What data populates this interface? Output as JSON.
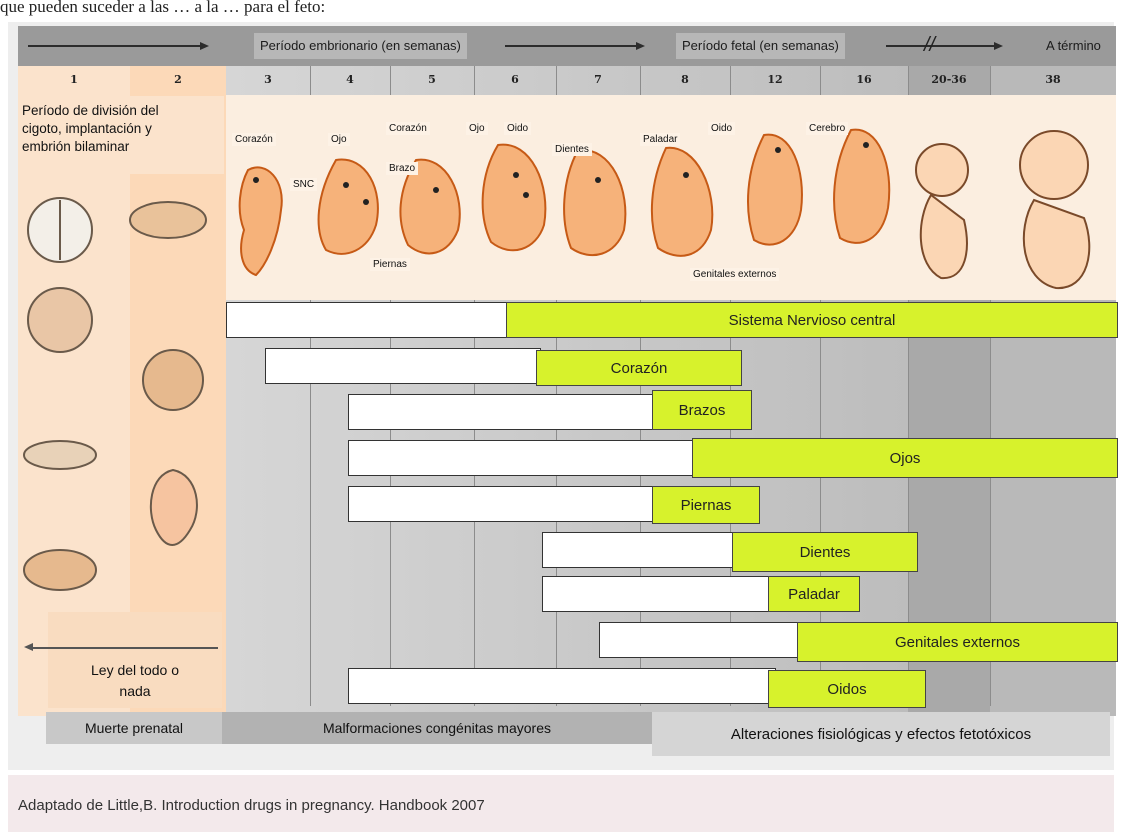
{
  "top_line_text": "que pueden suceder a las … a la … para el feto:",
  "header": {
    "embryonic_period": "Período embrionario (en semanas)",
    "fetal_period": "Período fetal (en semanas)",
    "term": "A término"
  },
  "weeks": [
    "1",
    "2",
    "3",
    "4",
    "5",
    "6",
    "7",
    "8",
    "12",
    "16",
    "20-36",
    "38"
  ],
  "period_box": {
    "line1": "Período de  división del",
    "line2": "cigoto,  implantación y",
    "line3": "embrión bilaminar"
  },
  "organ_labels": {
    "corazon_a": "Corazón",
    "snc": "SNC",
    "ojo_a": "Ojo",
    "corazon_b": "Corazón",
    "brazo": "Brazo",
    "ojo_b": "Ojo",
    "oido_a": "Oido",
    "dientes": "Dientes",
    "paladar": "Paladar",
    "oido_b": "Oido",
    "cerebro": "Cerebro",
    "piernas": "Piernas",
    "genitales": "Genitales externos"
  },
  "bars": [
    {
      "label": "Sistema Nervioso central"
    },
    {
      "label": "Corazón"
    },
    {
      "label": "Brazos"
    },
    {
      "label": "Ojos"
    },
    {
      "label": "Piernas"
    },
    {
      "label": "Dientes"
    },
    {
      "label": "Paladar"
    },
    {
      "label": "Genitales externos"
    },
    {
      "label": "Oidos"
    }
  ],
  "law_box": {
    "line1": "Ley del todo o",
    "line2": "nada"
  },
  "bottom": {
    "prenatal_death": "Muerte  prenatal",
    "major_malformations": "Malformaciones congénitas mayores",
    "physiological": "Alteraciones fisiológicas y efectos fetotóxicos"
  },
  "footer": "Adaptado de  Little,B. Introduction drugs in pregnancy. Handbook 2007",
  "colors": {
    "critical_bar": "#d7f22c",
    "week_1_2_band": "#fbe3cc",
    "header_bar": "#9a9a9a"
  }
}
